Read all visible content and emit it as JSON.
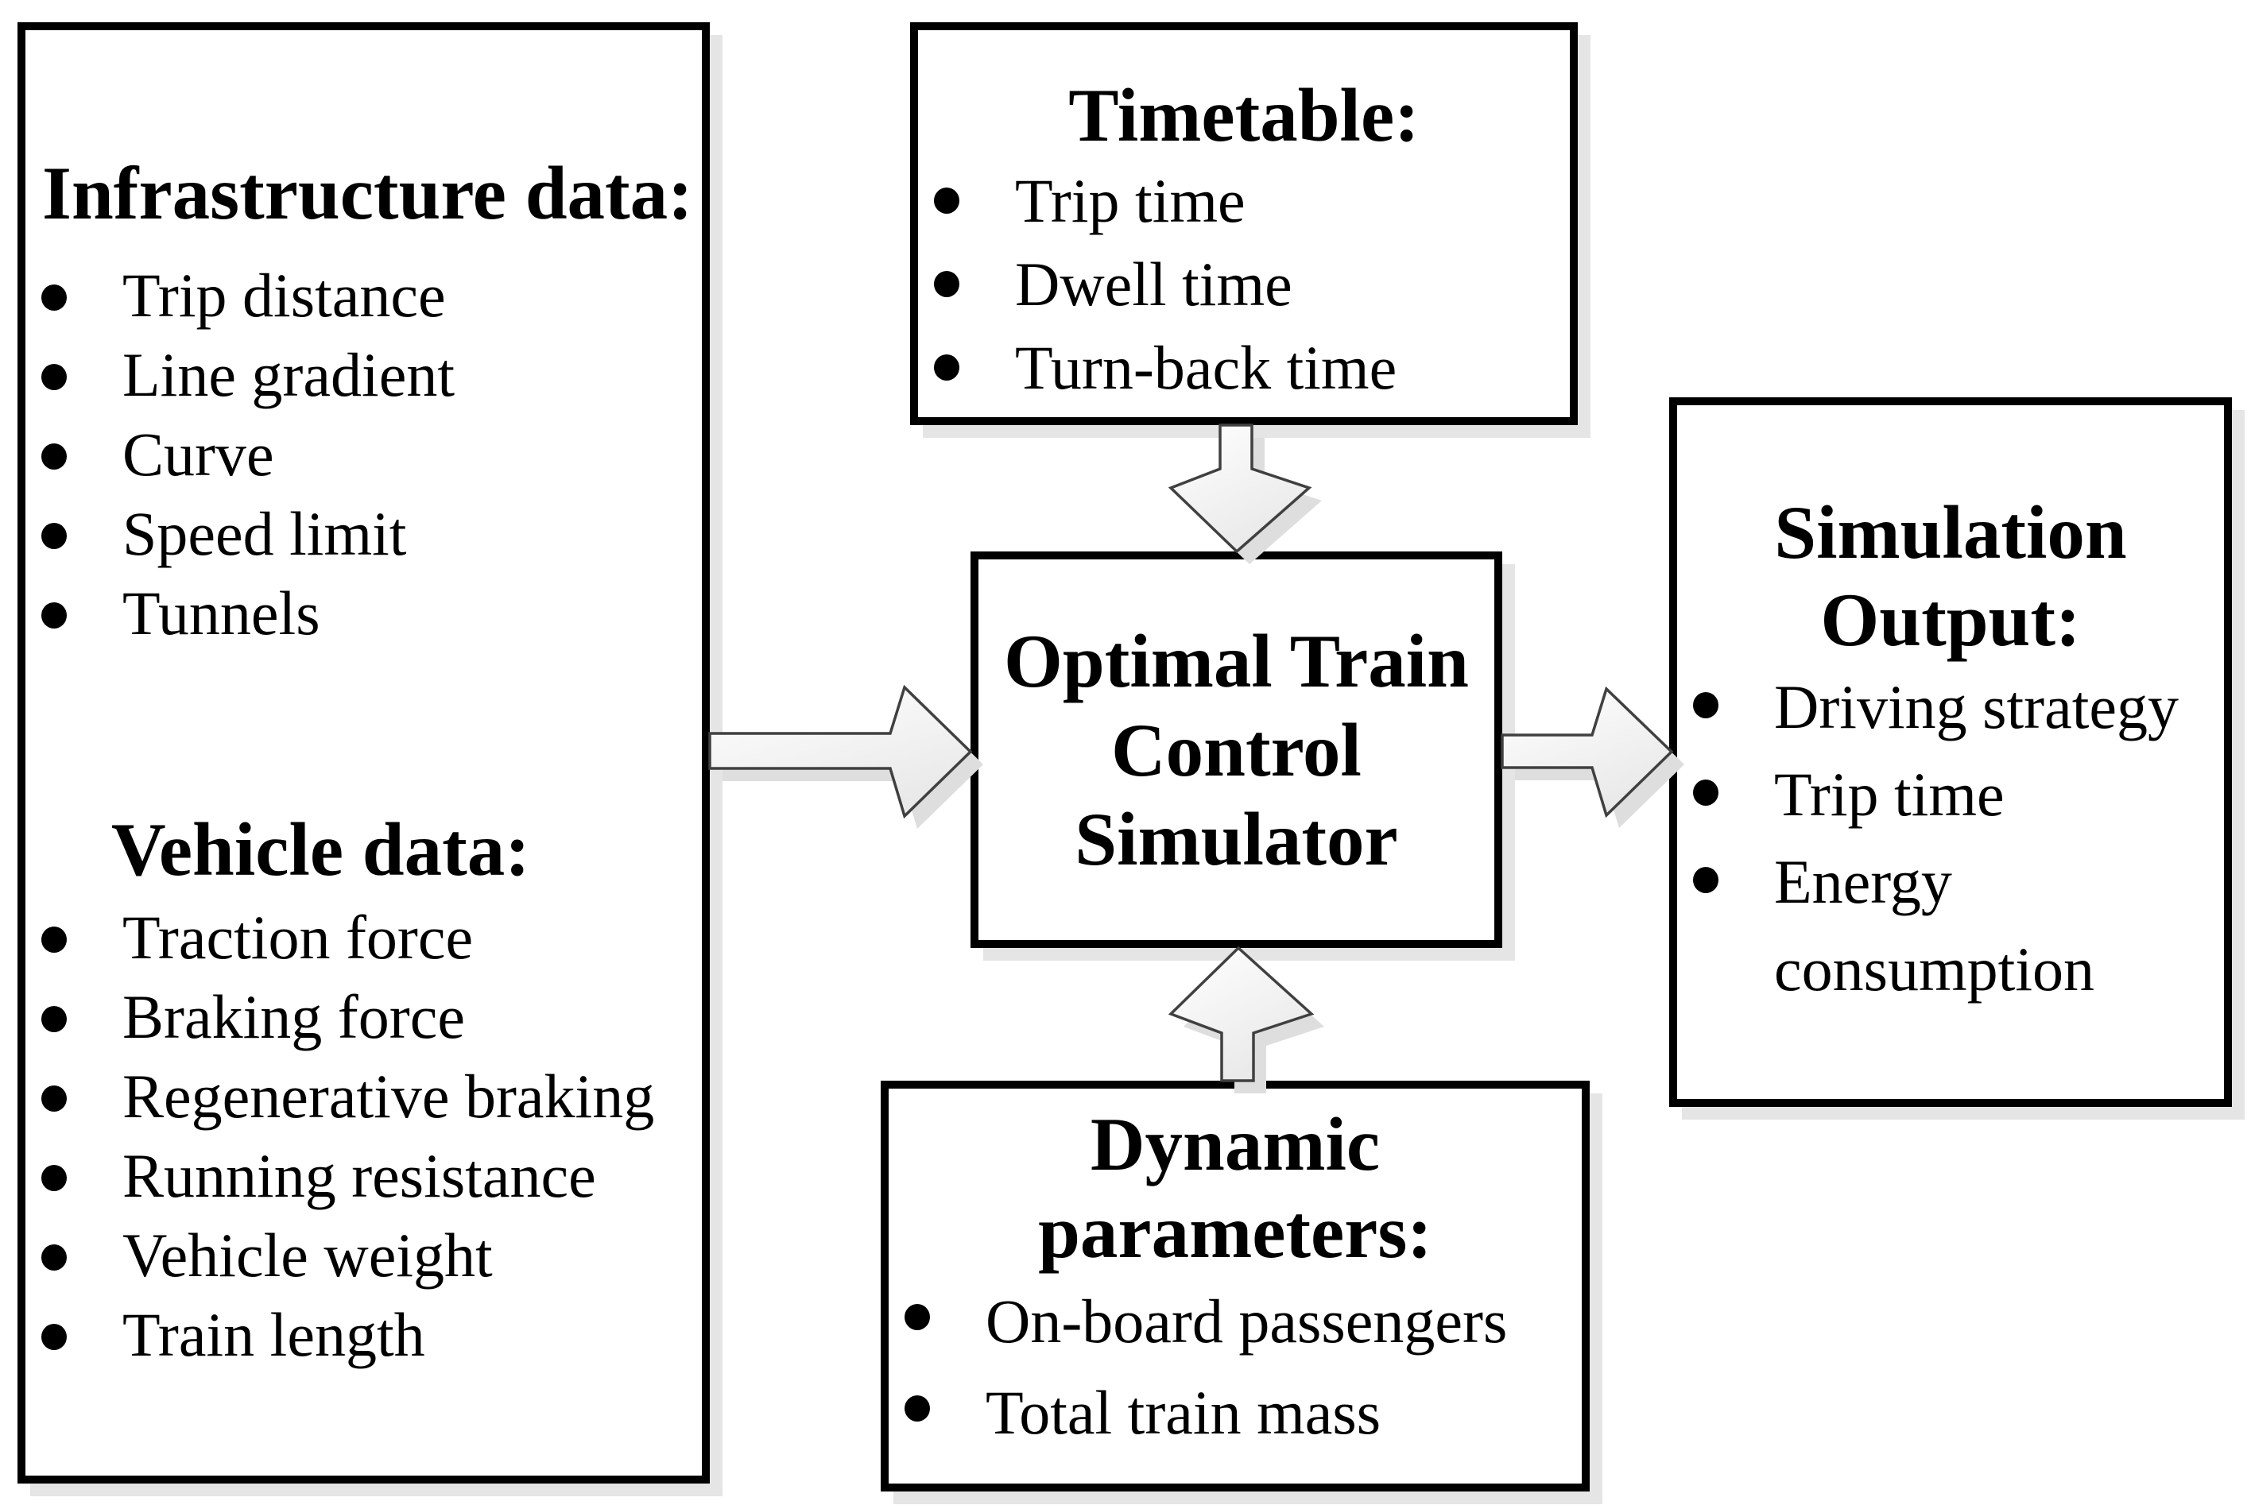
{
  "boxes": {
    "data_inputs": {
      "infrastructure": {
        "heading": "Infrastructure data:",
        "items": [
          "Trip distance",
          "Line gradient",
          "Curve",
          "Speed limit",
          "Tunnels"
        ]
      },
      "vehicle": {
        "heading": "Vehicle data:",
        "items": [
          "Traction force",
          "Braking force",
          "Regenerative braking",
          "Running resistance",
          "Vehicle weight",
          "Train length"
        ]
      }
    },
    "timetable": {
      "heading": "Timetable:",
      "items": [
        "Trip time",
        "Dwell time",
        "Turn-back time"
      ]
    },
    "simulator": {
      "title_lines": [
        "Optimal Train",
        "Control",
        "Simulator"
      ]
    },
    "dynamic_parameters": {
      "heading": "Dynamic parameters:",
      "items": [
        "On-board passengers",
        "Total train mass"
      ]
    },
    "simulation_output": {
      "heading": "Simulation Output:",
      "items": [
        "Driving strategy",
        "Trip time",
        "Energy consumption"
      ]
    }
  },
  "arrows": [
    {
      "name": "data-to-simulator",
      "direction": "right"
    },
    {
      "name": "timetable-to-simulator",
      "direction": "down"
    },
    {
      "name": "dynamic-parameters-to-simulator",
      "direction": "up"
    },
    {
      "name": "simulator-to-output",
      "direction": "right"
    }
  ],
  "colors": {
    "background": "#ffffff",
    "box_border": "#000000",
    "box_fill": "#ffffff",
    "box_shadow": "#e5e5e5",
    "arrow_stroke": "#404040",
    "arrow_fill_light": "#ffffff",
    "arrow_fill_dark": "#e9e9e9",
    "arrow_shadow": "#dedede",
    "text": "#000000"
  }
}
